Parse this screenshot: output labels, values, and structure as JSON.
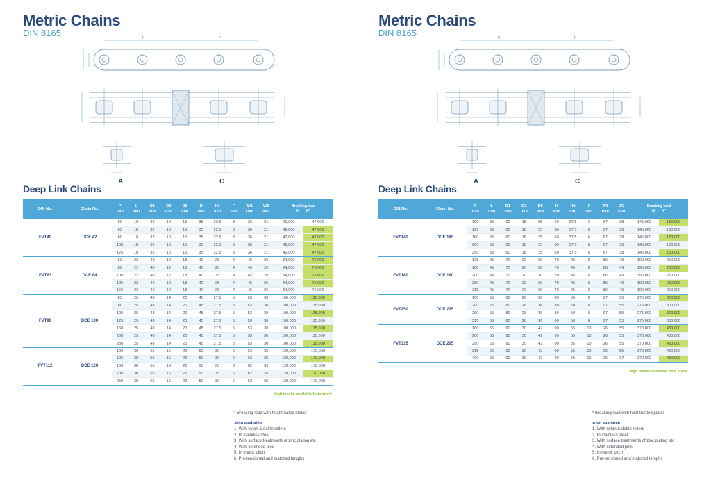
{
  "pages": [
    {
      "title": "Metric Chains",
      "subtitle": "DIN 8165",
      "label_a": "A",
      "label_c": "C",
      "section_title": "Deep Link Chains",
      "headers": [
        {
          "top": "DIN No.",
          "unit": ""
        },
        {
          "top": "Chain No.",
          "unit": ""
        },
        {
          "top": "P",
          "unit": "mm"
        },
        {
          "top": "L",
          "unit": "mm"
        },
        {
          "top": "D1",
          "unit": "mm"
        },
        {
          "top": "D2",
          "unit": "mm"
        },
        {
          "top": "D5",
          "unit": "mm"
        },
        {
          "top": "H",
          "unit": "mm"
        },
        {
          "top": "H1",
          "unit": "mm"
        },
        {
          "top": "F",
          "unit": "mm"
        },
        {
          "top": "W1",
          "unit": "mm"
        },
        {
          "top": "W2",
          "unit": "mm"
        }
      ],
      "breaking_load": "Breaking load",
      "bl_n": "N",
      "bl_nstar": "N*",
      "groups": [
        {
          "din": "FVT40",
          "chain": "DCE 42",
          "rows": [
            [
              "50",
              "18",
              "32",
              "10",
              "15",
              "35",
              "22.5",
              "3",
              "36",
              "21",
              "42,000",
              "47,000"
            ],
            [
              "63",
              "18",
              "32",
              "10",
              "15",
              "35",
              "22.5",
              "3",
              "36",
              "21",
              "42,000",
              "47,000"
            ],
            [
              "80",
              "18",
              "32",
              "10",
              "15",
              "35",
              "22.5",
              "3",
              "36",
              "21",
              "42,000",
              "47,000"
            ],
            [
              "100",
              "18",
              "32",
              "10",
              "15",
              "35",
              "22.5",
              "3",
              "36",
              "21",
              "42,000",
              "47,000"
            ],
            [
              "125",
              "18",
              "32",
              "10",
              "15",
              "35",
              "22.5",
              "3",
              "36",
              "21",
              "42,000",
              "47,000"
            ]
          ]
        },
        {
          "din": "FVT63",
          "chain": "DCE 64",
          "rows": [
            [
              "63",
              "22",
              "40",
              "12",
              "18",
              "40",
              "25",
              "4",
              "45",
              "26",
              "64,000",
              "75,000"
            ],
            [
              "80",
              "22",
              "40",
              "12",
              "18",
              "40",
              "25",
              "4",
              "45",
              "26",
              "64,000",
              "75,000"
            ],
            [
              "100",
              "22",
              "40",
              "12",
              "18",
              "40",
              "25",
              "4",
              "45",
              "26",
              "64,000",
              "75,000"
            ],
            [
              "125",
              "22",
              "40",
              "12",
              "18",
              "40",
              "25",
              "4",
              "45",
              "26",
              "64,000",
              "75,000"
            ],
            [
              "160",
              "22",
              "40",
              "12",
              "18",
              "40",
              "25",
              "4",
              "45",
              "26",
              "64,000",
              "75,000"
            ]
          ]
        },
        {
          "din": "FVT90",
          "chain": "DCE 100",
          "rows": [
            [
              "63",
              "25",
              "48",
              "14",
              "20",
              "45",
              "27.5",
              "5",
              "53",
              "30",
              "100,000",
              "115,000"
            ],
            [
              "80",
              "25",
              "48",
              "14",
              "20",
              "45",
              "27.5",
              "5",
              "53",
              "30",
              "100,000",
              "115,000"
            ],
            [
              "100",
              "25",
              "48",
              "14",
              "20",
              "45",
              "27.5",
              "5",
              "53",
              "30",
              "100,000",
              "115,000"
            ],
            [
              "125",
              "25",
              "48",
              "14",
              "20",
              "45",
              "27.5",
              "5",
              "53",
              "30",
              "100,000",
              "115,000"
            ],
            [
              "160",
              "25",
              "48",
              "14",
              "20",
              "45",
              "27.5",
              "5",
              "53",
              "30",
              "100,000",
              "115,000"
            ],
            [
              "200",
              "25",
              "48",
              "14",
              "20",
              "45",
              "27.5",
              "5",
              "53",
              "30",
              "100,000",
              "115,000"
            ],
            [
              "250",
              "25",
              "48",
              "14",
              "20",
              "45",
              "27.5",
              "5",
              "53",
              "30",
              "100,000",
              "115,000"
            ]
          ]
        },
        {
          "din": "FVT112",
          "chain": "DCE 120",
          "rows": [
            [
              "100",
              "30",
              "55",
              "16",
              "22",
              "50",
              "30",
              "6",
              "62",
              "35",
              "120,000",
              "170,000"
            ],
            [
              "125",
              "30",
              "55",
              "16",
              "22",
              "50",
              "30",
              "6",
              "62",
              "35",
              "120,000",
              "170,000"
            ],
            [
              "160",
              "30",
              "55",
              "16",
              "22",
              "50",
              "30",
              "6",
              "62",
              "35",
              "120,000",
              "170,000"
            ],
            [
              "200",
              "30",
              "55",
              "16",
              "22",
              "50",
              "30",
              "6",
              "62",
              "35",
              "120,000",
              "170,000"
            ],
            [
              "250",
              "30",
              "55",
              "16",
              "22",
              "50",
              "30",
              "6",
              "62",
              "35",
              "120,000",
              "170,000"
            ]
          ]
        }
      ],
      "highlight": [
        [
          0,
          1
        ],
        [
          0,
          2
        ],
        [
          0,
          3
        ],
        [
          0,
          4
        ],
        [
          1,
          0
        ],
        [
          1,
          1
        ],
        [
          1,
          2
        ],
        [
          1,
          3
        ],
        [
          2,
          0
        ],
        [
          2,
          2
        ],
        [
          2,
          4
        ],
        [
          2,
          6
        ],
        [
          3,
          1
        ],
        [
          3,
          3
        ]
      ],
      "stock_note": "High tensile available from stock",
      "footnote_star": "*   Breaking load with heat treated plates",
      "also_title": "Also available:",
      "also": [
        "1.  With nylon & delrin rollers",
        "2.  In stainless steel",
        "3.  With surface treatments of zinc plating etc",
        "4.  With extended pins",
        "5.  In metric pitch",
        "6.  Pre-tensioned and matched lengths"
      ]
    },
    {
      "title": "Metric Chains",
      "subtitle": "DIN 8165",
      "label_a": "A",
      "label_c": "C",
      "section_title": "Deep Link Chains",
      "headers": [
        {
          "top": "DIN No.",
          "unit": ""
        },
        {
          "top": "Chain No.",
          "unit": ""
        },
        {
          "top": "P",
          "unit": "mm"
        },
        {
          "top": "L",
          "unit": "mm"
        },
        {
          "top": "D1",
          "unit": "mm"
        },
        {
          "top": "D2",
          "unit": "mm"
        },
        {
          "top": "D5",
          "unit": "mm"
        },
        {
          "top": "H",
          "unit": "mm"
        },
        {
          "top": "H1",
          "unit": "mm"
        },
        {
          "top": "F",
          "unit": "mm"
        },
        {
          "top": "W1",
          "unit": "mm"
        },
        {
          "top": "W2",
          "unit": "mm"
        }
      ],
      "breaking_load": "Breaking load",
      "bl_n": "N",
      "bl_nstar": "N*",
      "groups": [
        {
          "din": "FVT140",
          "chain": "DCE 145",
          "rows": [
            [
              "100",
              "35",
              "60",
              "18",
              "25",
              "60",
              "37.5",
              "6",
              "67",
              "38",
              "145,000",
              "180,000"
            ],
            [
              "125",
              "35",
              "60",
              "18",
              "25",
              "60",
              "37.5",
              "6",
              "67",
              "38",
              "145,000",
              "180,000"
            ],
            [
              "160",
              "35",
              "60",
              "18",
              "25",
              "60",
              "37.5",
              "6",
              "67",
              "38",
              "145,000",
              "180,000"
            ],
            [
              "200",
              "35",
              "60",
              "18",
              "25",
              "60",
              "37.5",
              "6",
              "67",
              "38",
              "145,000",
              "180,000"
            ],
            [
              "250",
              "35",
              "60",
              "18",
              "25",
              "60",
              "37.5",
              "6",
              "67",
              "38",
              "145,000",
              "180,000"
            ]
          ]
        },
        {
          "din": "FVT180",
          "chain": "DCE 190",
          "rows": [
            [
              "125",
              "45",
              "70",
              "20",
              "30",
              "70",
              "45",
              "8",
              "86",
              "49",
              "190,000",
              "250,000"
            ],
            [
              "160",
              "45",
              "70",
              "20",
              "30",
              "70",
              "45",
              "8",
              "86",
              "49",
              "190,000",
              "250,000"
            ],
            [
              "200",
              "45",
              "70",
              "20",
              "30",
              "70",
              "45",
              "8",
              "86",
              "49",
              "190,000",
              "250,000"
            ],
            [
              "250",
              "45",
              "70",
              "20",
              "30",
              "70",
              "45",
              "8",
              "86",
              "49",
              "190,000",
              "250,000"
            ],
            [
              "315",
              "45",
              "70",
              "20",
              "30",
              "70",
              "45",
              "8",
              "86",
              "49",
              "190,000",
              "250,000"
            ]
          ]
        },
        {
          "din": "FVT250",
          "chain": "DCE 275",
          "rows": [
            [
              "160",
              "55",
              "80",
              "26",
              "36",
              "80",
              "50",
              "8",
              "97",
              "55",
              "275,000",
              "300,000"
            ],
            [
              "200",
              "55",
              "80",
              "26",
              "36",
              "80",
              "50",
              "8",
              "97",
              "55",
              "275,000",
              "300,000"
            ],
            [
              "250",
              "55",
              "80",
              "26",
              "36",
              "80",
              "50",
              "8",
              "97",
              "55",
              "275,000",
              "300,000"
            ],
            [
              "315",
              "55",
              "80",
              "26",
              "36",
              "80",
              "50",
              "8",
              "97",
              "55",
              "275,000",
              "300,000"
            ]
          ]
        },
        {
          "din": "FVT315",
          "chain": "DCE 295",
          "rows": [
            [
              "160",
              "65",
              "90",
              "30",
              "42",
              "90",
              "55",
              "10",
              "26",
              "55",
              "370,000",
              "480,000"
            ],
            [
              "200",
              "65",
              "90",
              "30",
              "42",
              "90",
              "55",
              "10",
              "26",
              "55",
              "370,000",
              "480,000"
            ],
            [
              "250",
              "65",
              "90",
              "30",
              "42",
              "90",
              "55",
              "10",
              "26",
              "55",
              "370,000",
              "480,000"
            ],
            [
              "315",
              "65",
              "90",
              "30",
              "42",
              "90",
              "55",
              "10",
              "26",
              "55",
              "370,000",
              "480,000"
            ],
            [
              "400",
              "65",
              "90",
              "30",
              "42",
              "90",
              "55",
              "10",
              "26",
              "37",
              "370,000",
              "480,000"
            ]
          ]
        }
      ],
      "highlight": [
        [
          0,
          0
        ],
        [
          0,
          2
        ],
        [
          0,
          4
        ],
        [
          1,
          1
        ],
        [
          1,
          3
        ],
        [
          2,
          0
        ],
        [
          2,
          2
        ],
        [
          3,
          0
        ],
        [
          3,
          2
        ],
        [
          3,
          4
        ]
      ],
      "stock_note": "High tensile available from stock",
      "footnote_star": "*   Breaking load with heat treated plates",
      "also_title": "Also available:",
      "also": [
        "1.  With nylon & delrin rollers",
        "2.  In stainless steel",
        "3.  With surface treatments of zinc plating etc",
        "4.  With extended pins",
        "5.  In metric pitch",
        "6.  Pre-tensioned and matched lengths"
      ]
    }
  ]
}
